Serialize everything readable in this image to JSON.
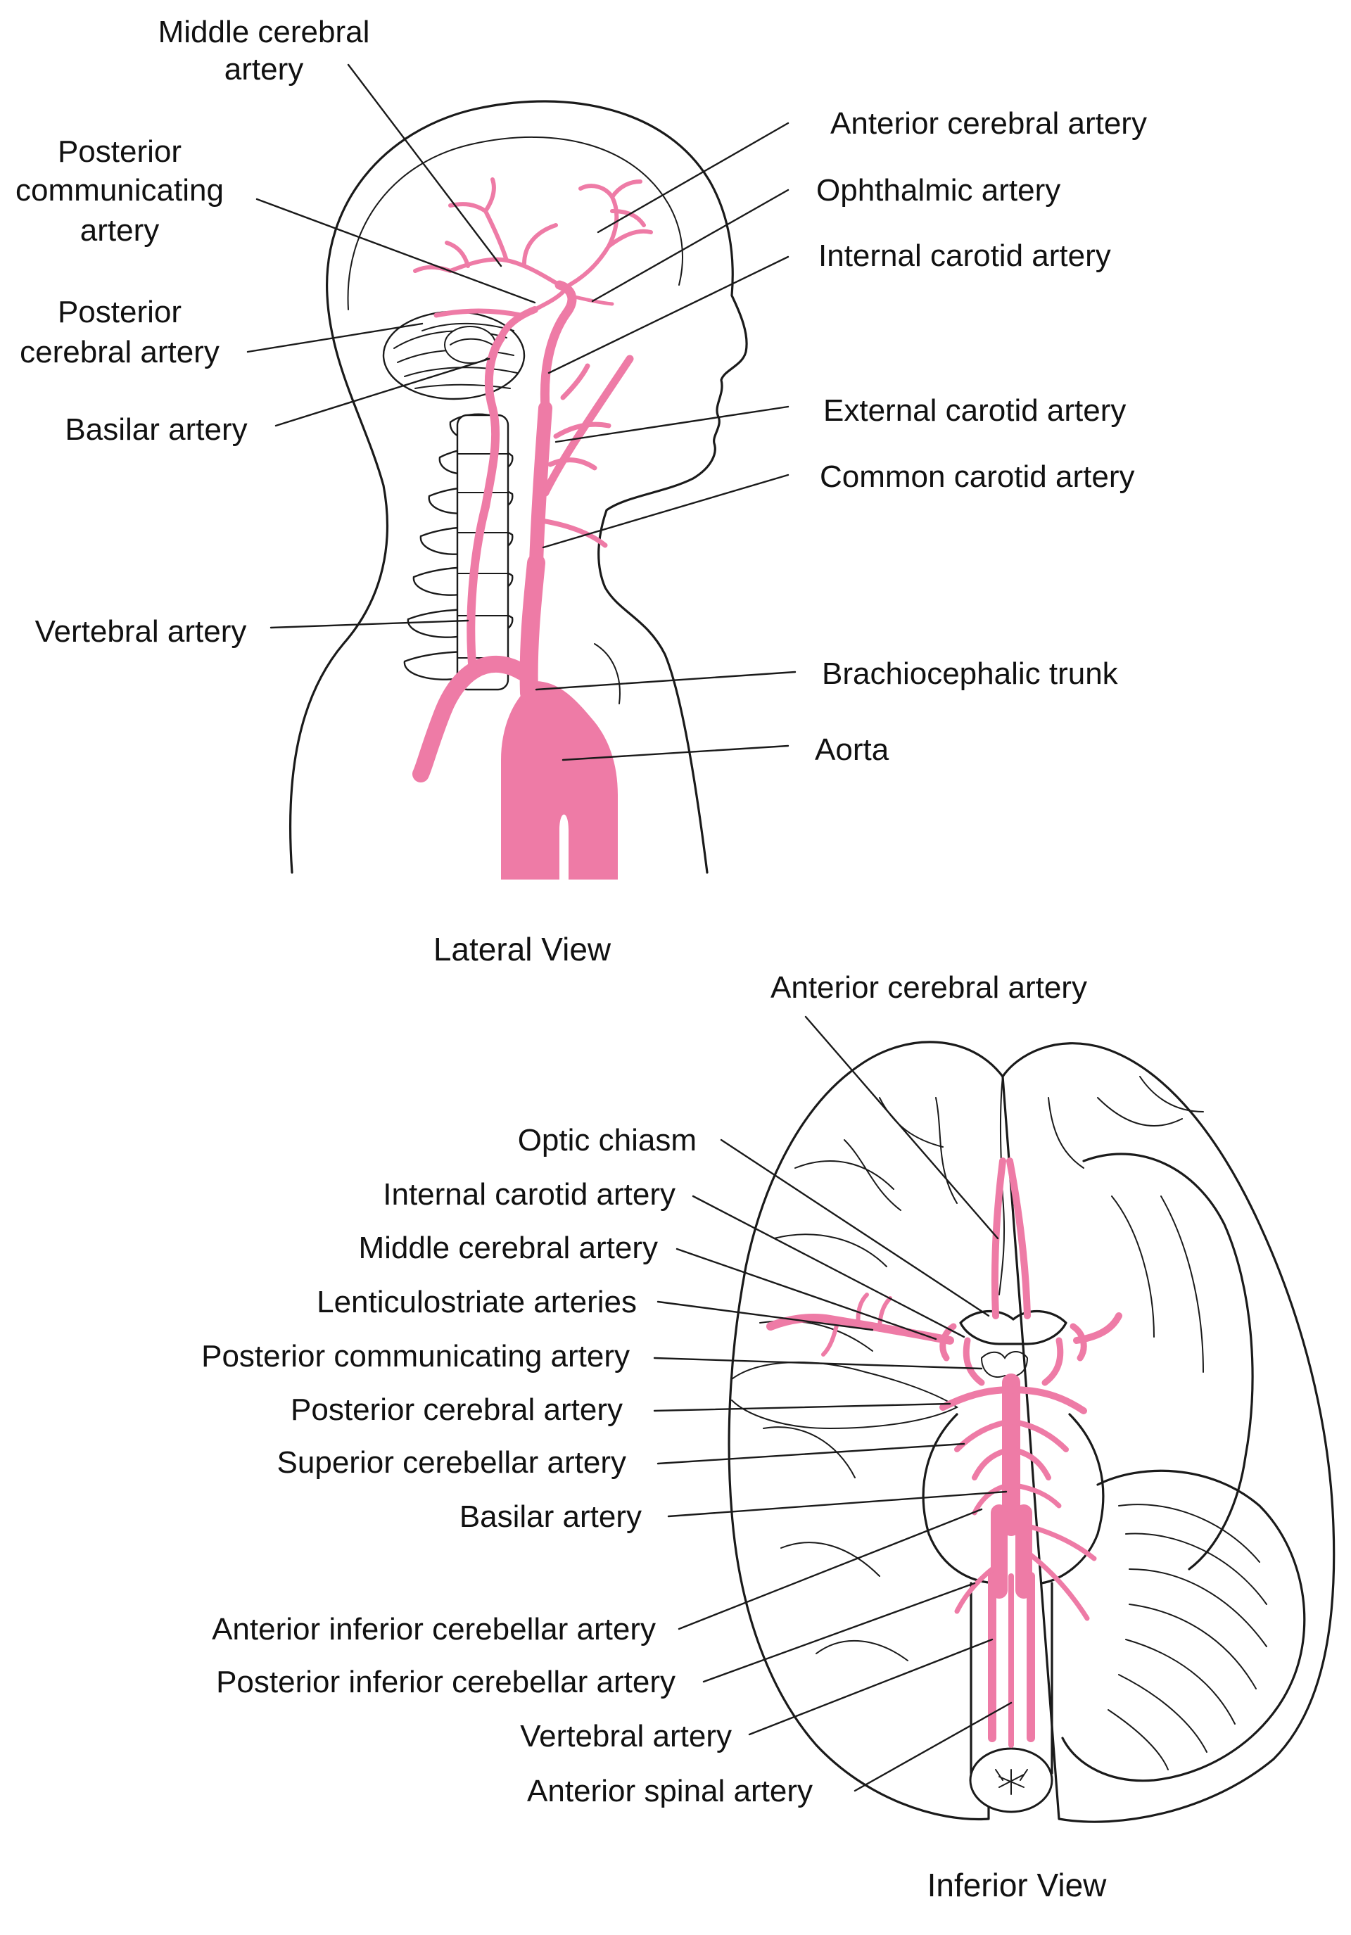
{
  "colors": {
    "artery": "#ee7ba6",
    "line": "#1a1a1a",
    "background": "#ffffff"
  },
  "lateral": {
    "caption": "Lateral View",
    "labels": {
      "middle_cerebral_1": "Middle cerebral",
      "middle_cerebral_2": "artery",
      "posterior_communicating_1": "Posterior",
      "posterior_communicating_2": "communicating",
      "posterior_communicating_3": "artery",
      "posterior_cerebral_1": "Posterior",
      "posterior_cerebral_2": "cerebral artery",
      "basilar": "Basilar artery",
      "vertebral": "Vertebral artery",
      "anterior_cerebral": "Anterior cerebral artery",
      "ophthalmic": "Ophthalmic artery",
      "internal_carotid": "Internal carotid artery",
      "external_carotid": "External carotid artery",
      "common_carotid": "Common carotid artery",
      "brachiocephalic": "Brachiocephalic trunk",
      "aorta": "Aorta"
    }
  },
  "inferior": {
    "caption": "Inferior View",
    "labels": {
      "anterior_cerebral": "Anterior cerebral artery",
      "optic_chiasm": "Optic chiasm",
      "internal_carotid": "Internal carotid artery",
      "middle_cerebral": "Middle cerebral artery",
      "lenticulostriate": "Lenticulostriate arteries",
      "posterior_communicating": "Posterior communicating artery",
      "posterior_cerebral": "Posterior cerebral artery",
      "superior_cerebellar": "Superior cerebellar artery",
      "basilar": "Basilar artery",
      "anterior_inferior_cerebellar": "Anterior inferior cerebellar artery",
      "posterior_inferior_cerebellar": "Posterior inferior cerebellar artery",
      "vertebral": "Vertebral artery",
      "anterior_spinal": "Anterior spinal artery"
    }
  }
}
